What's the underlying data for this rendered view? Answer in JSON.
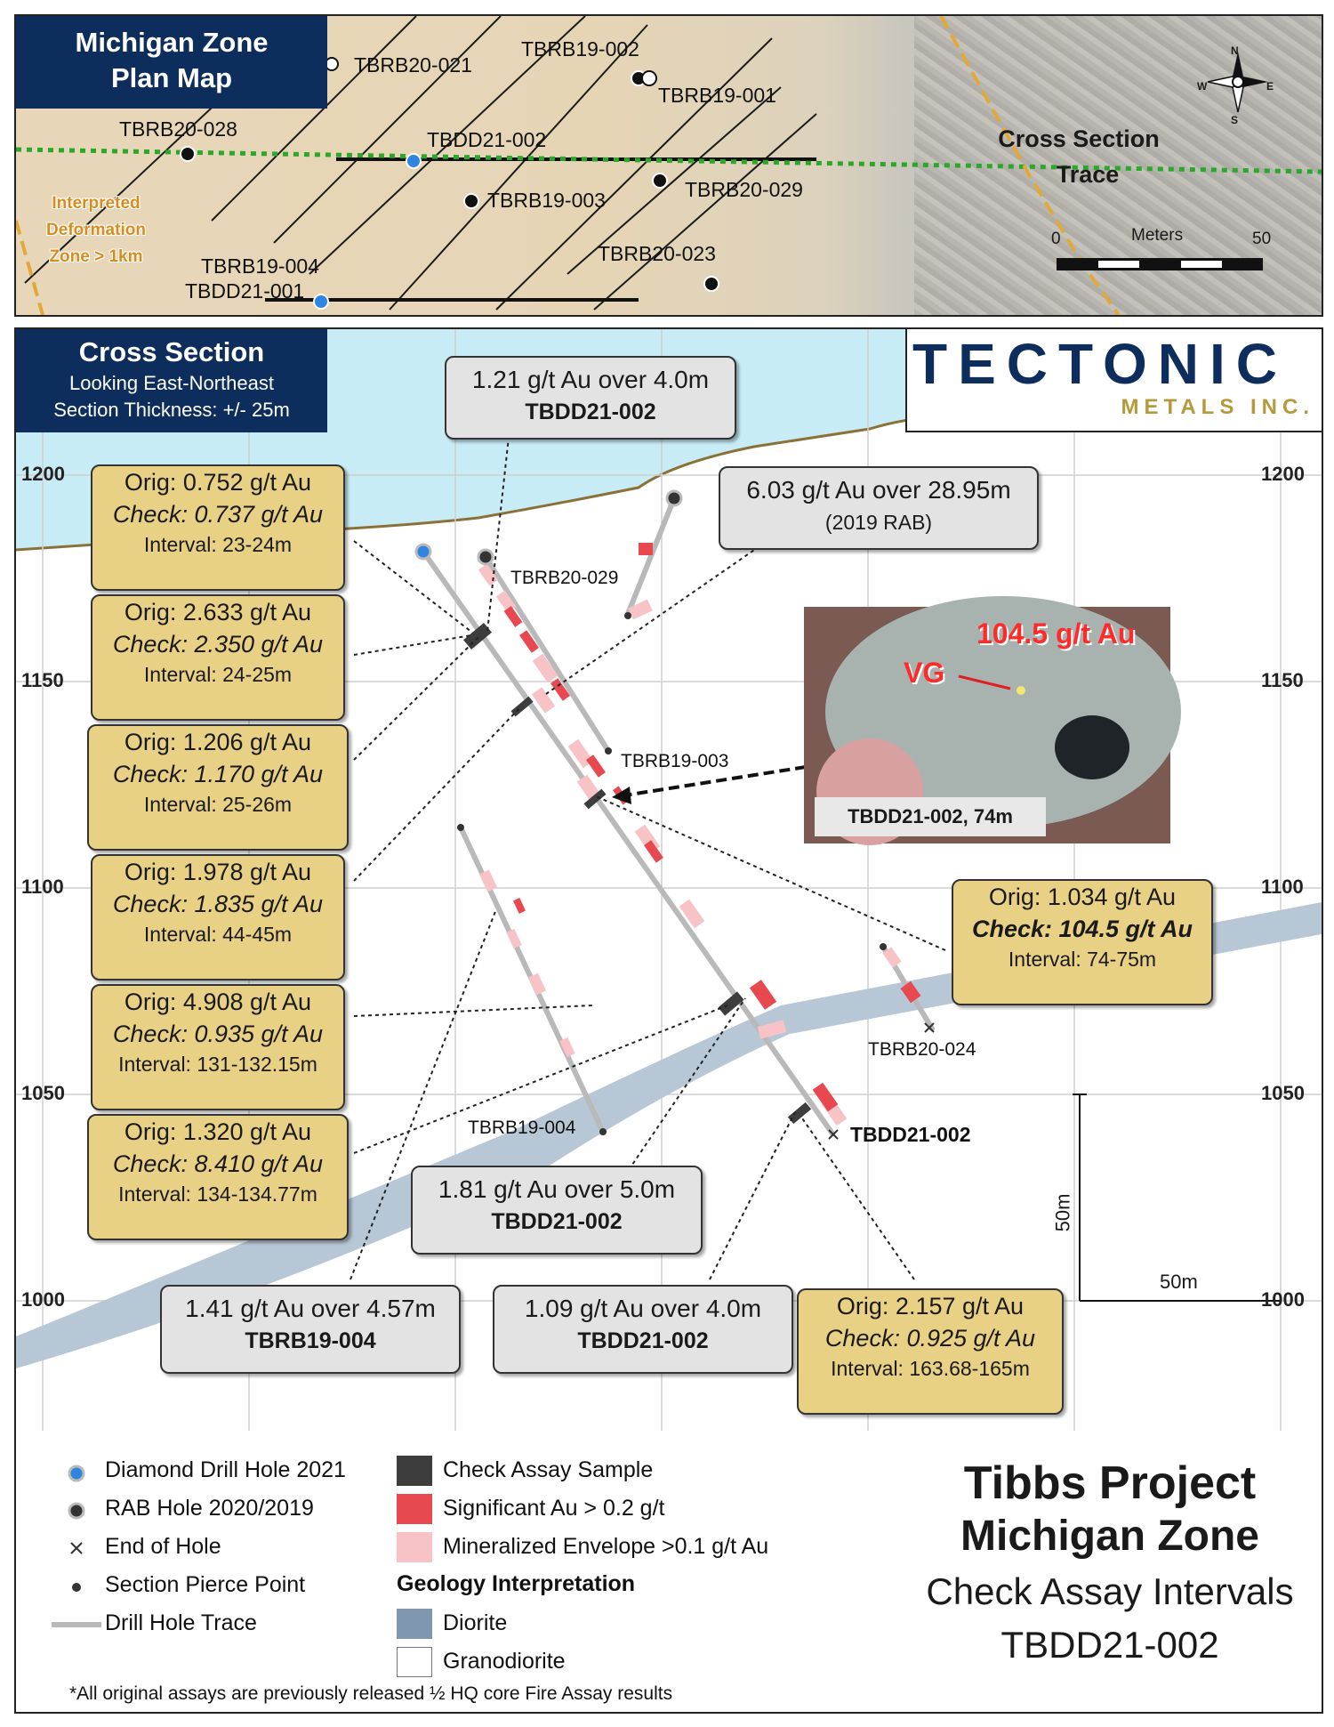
{
  "plan_map": {
    "title_line1": "Michigan Zone",
    "title_line2": "Plan Map",
    "hole_labels": [
      "TBRB20-021",
      "TBRB19-002",
      "TBRB19-001",
      "TBRB20-028",
      "TBDD21-002",
      "TBRB19-003",
      "TBRB20-029",
      "TBRB20-023",
      "TBRB19-004",
      "TBDD21-001"
    ],
    "deformation_label": [
      "Interpreted",
      "Deformation",
      "Zone > 1km"
    ],
    "trace_label": [
      "Cross Section",
      "Trace"
    ],
    "scale": {
      "unit": "Meters",
      "start": "0",
      "end": "50"
    },
    "north_arrow_icon": "compass-rose-icon",
    "compass_letters": [
      "N",
      "E",
      "S",
      "W"
    ]
  },
  "cross_section": {
    "title": "Cross Section",
    "subtitle1": "Looking East-Northeast",
    "subtitle2": "Section Thickness: +/- 25m",
    "elevations_left": [
      "1200",
      "1150",
      "1100",
      "1050",
      "1000"
    ],
    "elevations_right": [
      "1200",
      "1150",
      "1100",
      "1050",
      "1000"
    ],
    "hole_labels": [
      "TBRB20-029",
      "TBRB19-003",
      "TBRB19-004",
      "TBRB20-024",
      "TBDD21-002"
    ],
    "check_boxes": [
      {
        "orig": "Orig: 0.752 g/t Au",
        "check": "Check: 0.737 g/t Au",
        "interval": "Interval: 23-24m"
      },
      {
        "orig": "Orig: 2.633 g/t Au",
        "check": "Check: 2.350 g/t Au",
        "interval": "Interval: 24-25m"
      },
      {
        "orig": "Orig: 1.206 g/t Au",
        "check": "Check: 1.170 g/t Au",
        "interval": "Interval: 25-26m"
      },
      {
        "orig": "Orig: 1.978 g/t Au",
        "check": "Check: 1.835 g/t Au",
        "interval": "Interval: 44-45m"
      },
      {
        "orig": "Orig: 4.908 g/t Au",
        "check": "Check: 0.935 g/t Au",
        "interval": "Interval: 131-132.15m"
      },
      {
        "orig": "Orig: 1.320 g/t Au",
        "check": "Check: 8.410 g/t Au",
        "interval": "Interval: 134-134.77m"
      },
      {
        "orig": "Orig: 1.034 g/t Au",
        "check": "Check: 104.5 g/t Au",
        "interval": "Interval: 74-75m"
      },
      {
        "orig": "Orig: 2.157 g/t Au",
        "check": "Check: 0.925 g/t Au",
        "interval": "Interval: 163.68-165m"
      }
    ],
    "grey_boxes": [
      {
        "line1": "1.21 g/t Au over 4.0m",
        "line2": "TBDD21-002"
      },
      {
        "line1": "6.03 g/t Au over 28.95m",
        "line2": "(2019 RAB)"
      },
      {
        "line1": "1.81 g/t Au over 5.0m",
        "line2": "TBDD21-002"
      },
      {
        "line1": "1.41 g/t Au over 4.57m",
        "line2": "TBRB19-004"
      },
      {
        "line1": "1.09 g/t Au over 4.0m",
        "line2": "TBDD21-002"
      }
    ],
    "photo": {
      "grade": "104.5 g/t Au",
      "vg": "VG",
      "caption": "TBDD21-002, 74m"
    },
    "scale_vertical": "50m",
    "scale_horizontal": "50m"
  },
  "logo": {
    "name": "TECTONIC",
    "sub": "METALS INC."
  },
  "legend": {
    "items_col1": [
      "Diamond Drill Hole 2021",
      "RAB Hole 2020/2019",
      "End of Hole",
      "Section Pierce Point",
      "Drill Hole Trace"
    ],
    "items_col2": [
      "Check Assay Sample",
      "Significant Au > 0.2 g/t",
      "Mineralized Envelope >0.1 g/t Au"
    ],
    "geology_heading": "Geology Interpretation",
    "geology_items": [
      "Diorite",
      "Granodiorite"
    ],
    "footnote": "*All original assays are previously released ½ HQ core Fire Assay results"
  },
  "project": {
    "line1": "Tibbs Project",
    "line2": "Michigan Zone",
    "line3": "Check Assay Intervals",
    "line4": "TBDD21-002"
  },
  "colors": {
    "navy": "#0d2d5c",
    "gold": "#e8d184",
    "significant": "#e8484f",
    "envelope": "#f7c3c6",
    "diorite": "#b7c7d6",
    "sky": "#c8ecf6",
    "trace_green": "#2aa82a"
  }
}
